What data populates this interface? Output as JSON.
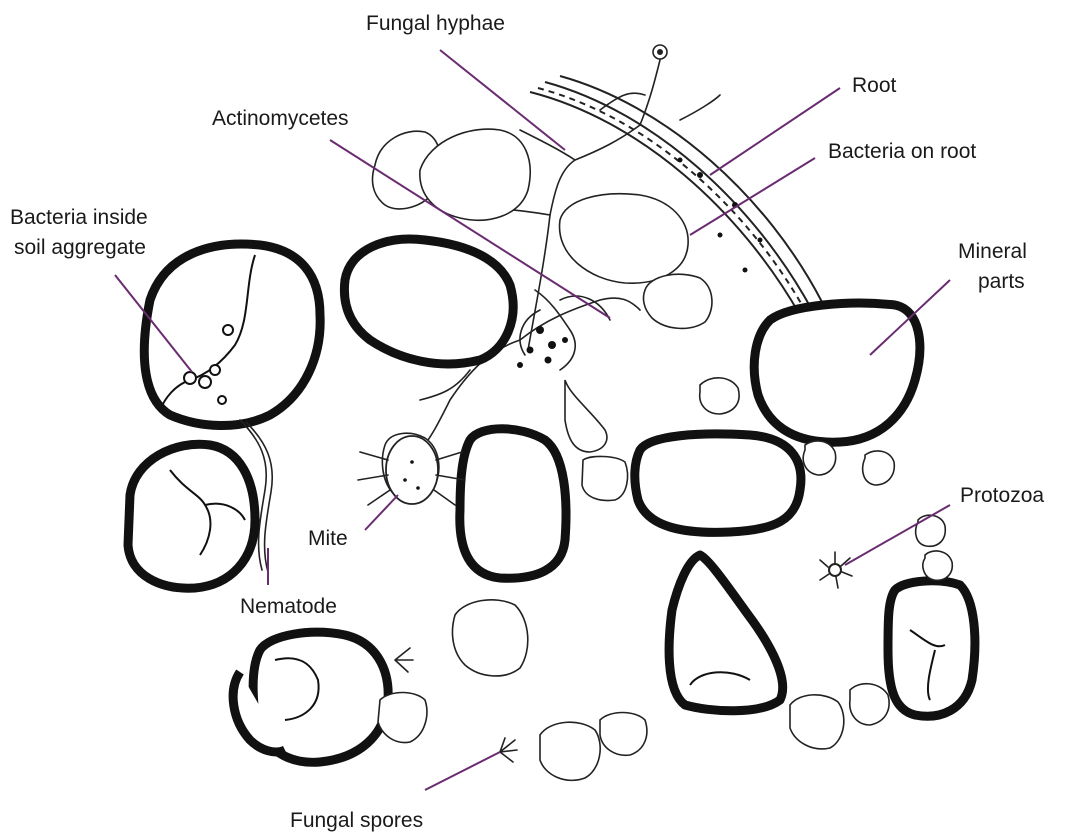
{
  "labels": {
    "fungal_hyphae": "Fungal hyphae",
    "root": "Root",
    "actinomycetes": "Actinomycetes",
    "bacteria_on_root": "Bacteria on root",
    "bacteria_inside_line1": "Bacteria inside",
    "bacteria_inside_line2": "soil aggregate",
    "mineral_line1": "Mineral",
    "mineral_line2": "parts",
    "protozoa": "Protozoa",
    "mite": "Mite",
    "nematode": "Nematode",
    "fungal_spores": "Fungal spores"
  },
  "colors": {
    "leader_line": "#6a2c70",
    "ink": "#111111",
    "background": "#ffffff"
  }
}
